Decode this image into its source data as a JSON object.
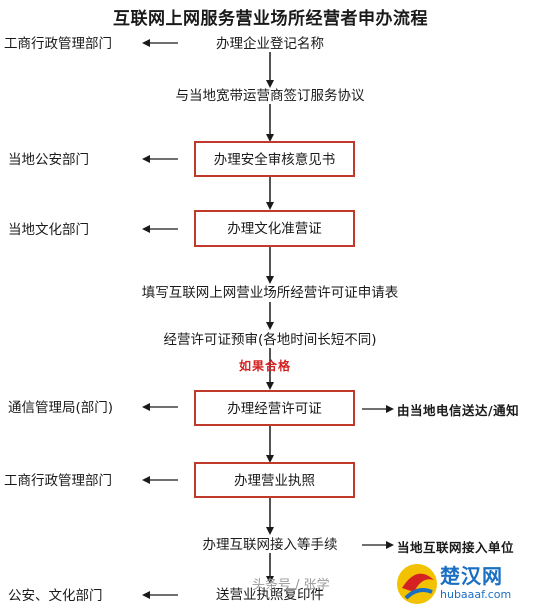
{
  "title": "互联网上网服务营业场所经营者申办流程",
  "left_labels": [
    "工商行政管理部门",
    "当地公安部门",
    "当地文化部门",
    "通信管理局(部门)",
    "工商行政管理部门",
    "公安、文化部门"
  ],
  "steps": {
    "s1": "办理企业登记名称",
    "s2": "与当地宽带运营商签订服务协议",
    "s3": "办理安全审核意见书",
    "s4": "办理文化准营证",
    "s5": "填写互联网上网营业场所经营许可证申请表",
    "s6": "经营许可证预审(各地时间长短不同)",
    "s7": "办理经营许可证",
    "s8": "办理营业执照",
    "s9": "办理互联网接入等手续",
    "s10": "送营业执照复印件"
  },
  "condition": "如果合格",
  "right_labels": {
    "r1": "由当地电信送达/通知",
    "r2": "当地互联网接入单位"
  },
  "watermark": "头条号 / 张学",
  "logo": {
    "name": "楚汉网",
    "url": "hubaaaf.com"
  },
  "colors": {
    "box_border": "#c0392b",
    "condition": "#d42222",
    "arrow": "#1a1a1a",
    "logo": "#1b6fc2"
  }
}
